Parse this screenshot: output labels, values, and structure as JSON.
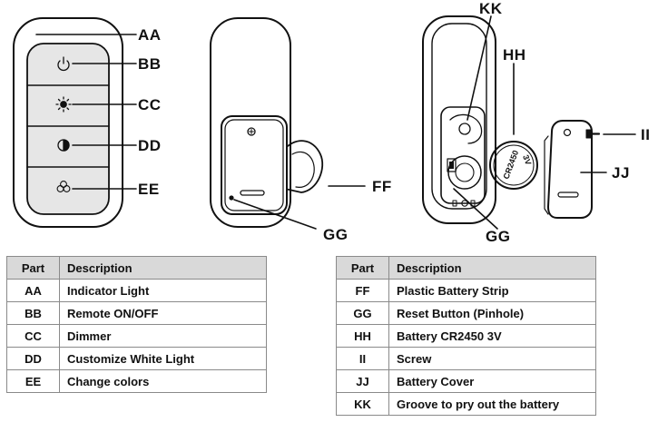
{
  "callouts": {
    "aa": "AA",
    "bb": "BB",
    "cc": "CC",
    "dd": "DD",
    "ee": "EE",
    "ff": "FF",
    "gg_left": "GG",
    "kk": "KK",
    "hh": "HH",
    "ii": "II",
    "jj": "JJ",
    "gg_right": "GG"
  },
  "battery_text": {
    "model": "CR2450",
    "voltage": "3V"
  },
  "table_left": {
    "headers": {
      "part": "Part",
      "description": "Description"
    },
    "rows": [
      {
        "part": "AA",
        "description": "Indicator Light"
      },
      {
        "part": "BB",
        "description": "Remote ON/OFF"
      },
      {
        "part": "CC",
        "description": "Dimmer"
      },
      {
        "part": "DD",
        "description": "Customize White Light"
      },
      {
        "part": "EE",
        "description": "Change colors"
      }
    ]
  },
  "table_right": {
    "headers": {
      "part": "Part",
      "description": "Description"
    },
    "rows": [
      {
        "part": "FF",
        "description": "Plastic Battery Strip"
      },
      {
        "part": "GG",
        "description": "Reset Button (Pinhole)"
      },
      {
        "part": "HH",
        "description": "Battery CR2450 3V"
      },
      {
        "part": "II",
        "description": "Screw"
      },
      {
        "part": "JJ",
        "description": "Battery Cover"
      },
      {
        "part": "KK",
        "description": "Groove to pry out the battery"
      }
    ]
  }
}
